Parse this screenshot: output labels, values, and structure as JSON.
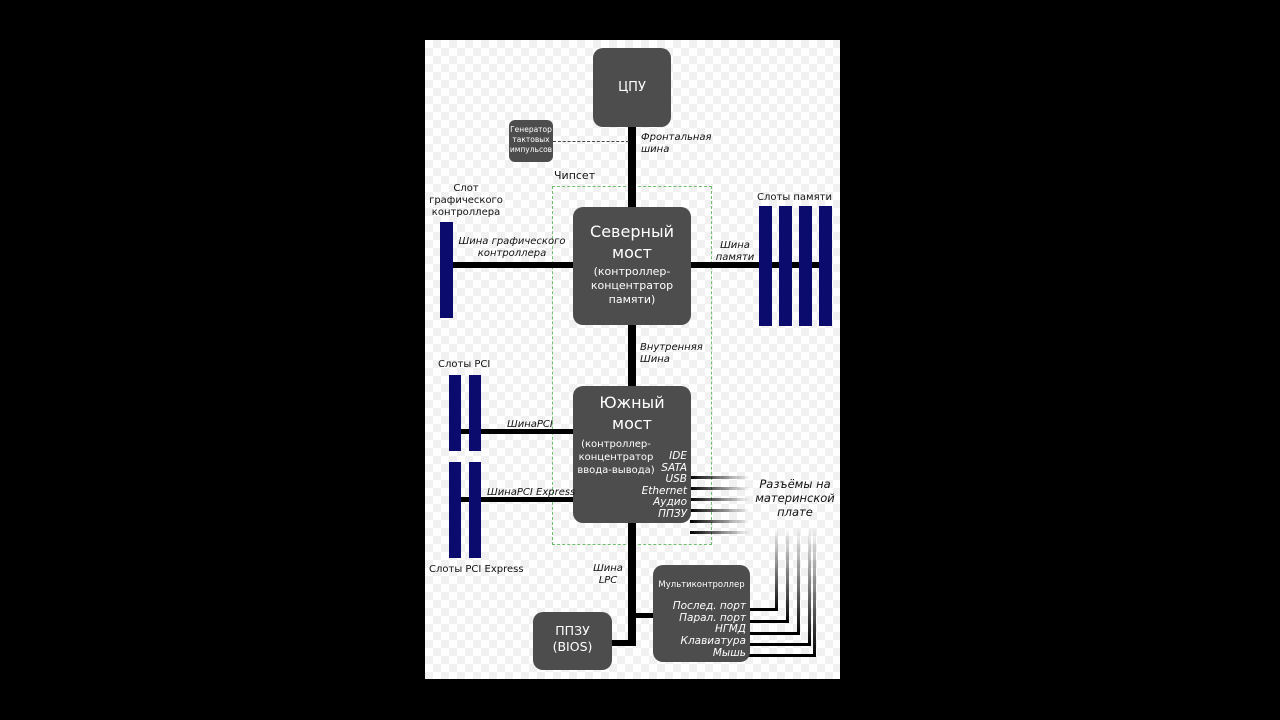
{
  "cpu": {
    "label": "ЦПУ"
  },
  "clock": {
    "lines": [
      "Генератор",
      "тактовых",
      "импульсов"
    ]
  },
  "front_bus": {
    "lines": [
      "Фронтальная",
      "шина"
    ]
  },
  "chipset": {
    "label": "Чипсет"
  },
  "northbridge": {
    "title": [
      "Северный",
      "мост"
    ],
    "subtitle": [
      "(контроллер-",
      "концентратор",
      "памяти)"
    ]
  },
  "graphics_slot": {
    "lines": [
      "Слот",
      "графического",
      "контроллера"
    ]
  },
  "graphics_bus": {
    "lines": [
      "Шина графического",
      "контроллера"
    ]
  },
  "memory_slots": {
    "label": "Слоты памяти"
  },
  "memory_bus": {
    "lines": [
      "Шина",
      "памяти"
    ]
  },
  "internal_bus": {
    "lines": [
      "Внутренняя",
      "Шина"
    ]
  },
  "southbridge": {
    "title": [
      "Южный",
      "мост"
    ],
    "subtitle": [
      "(контроллер-",
      "концентратор",
      "ввода-вывода)"
    ],
    "ports": [
      "IDE",
      "SATA",
      "USB",
      "Ethernet",
      "Аудио",
      "ППЗУ"
    ]
  },
  "pci_slots": {
    "label": "Слоты PCI"
  },
  "pci_bus": {
    "label": "ШинаPCI"
  },
  "pcie_bus": {
    "label": "ШинаPCI Express"
  },
  "pcie_slots": {
    "label": "Слоты PCI Express"
  },
  "motherboard_connectors": {
    "lines": [
      "Разъёмы на",
      "материнской",
      "плате"
    ]
  },
  "lpc_bus": {
    "lines": [
      "Шина",
      "LPC"
    ]
  },
  "superio": {
    "title": "Мультиконтроллер",
    "ports": [
      "Послед. порт",
      "Парал. порт",
      "НГМД",
      "Клавиатура",
      "Мышь"
    ]
  },
  "bios": {
    "lines": [
      "ППЗУ",
      "(BIOS)"
    ]
  }
}
